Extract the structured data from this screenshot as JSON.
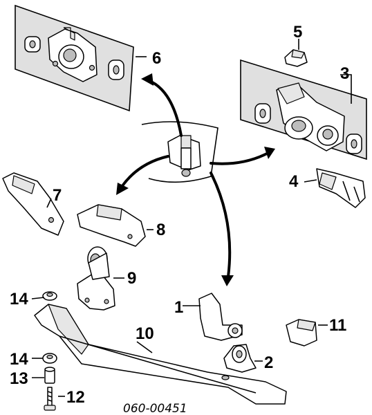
{
  "callouts": {
    "c1": "1",
    "c2": "2",
    "c3": "3",
    "c4": "4",
    "c5": "5",
    "c6": "6",
    "c7": "7",
    "c8": "8",
    "c9": "9",
    "c10": "10",
    "c11": "11",
    "c12": "12",
    "c13": "13",
    "c14a": "14",
    "c14b": "14"
  },
  "diagram_code": "060-00451"
}
